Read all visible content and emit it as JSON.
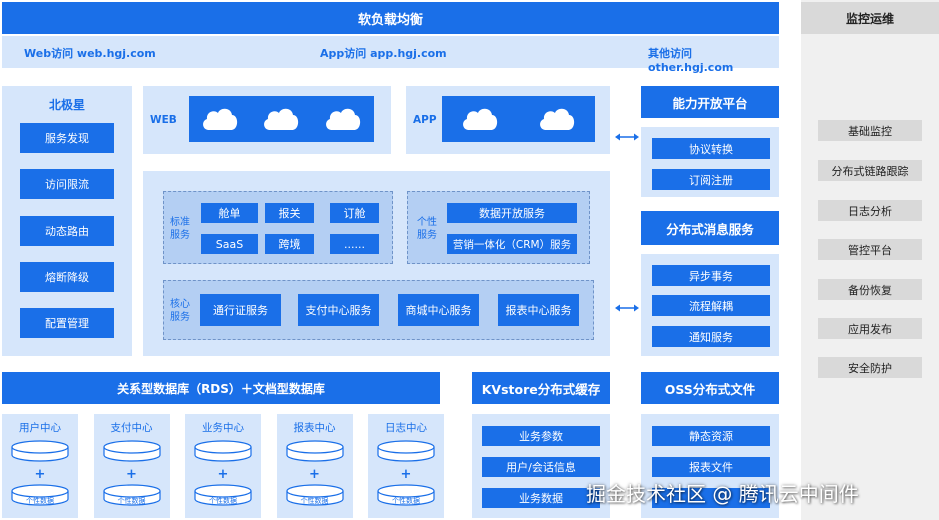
{
  "load_balancer": "软负载均衡",
  "access": [
    "Web访问 web.hgj.com",
    "App访问 app.hgj.com",
    "其他访问 other.hgj.com"
  ],
  "north_star": {
    "title": "北极星",
    "items": [
      "服务发现",
      "访问限流",
      "动态路由",
      "熔断降级",
      "配置管理"
    ]
  },
  "web_label": "WEB",
  "app_label": "APP",
  "standard_services": {
    "label": "标准服务",
    "items": [
      "舱单",
      "报关",
      "订舱",
      "SaaS",
      "跨境",
      "......"
    ]
  },
  "personal_services": {
    "label": "个性服务",
    "items": [
      "数据开放服务",
      "营销一体化（CRM）服务"
    ]
  },
  "core_services": {
    "label": "核心服务",
    "items": [
      "通行证服务",
      "支付中心服务",
      "商城中心服务",
      "报表中心服务"
    ]
  },
  "open_platform": {
    "title": "能力开放平台",
    "items": [
      "协议转换",
      "订阅注册"
    ]
  },
  "messaging": {
    "title": "分布式消息服务",
    "items": [
      "异步事务",
      "流程解耦",
      "通知服务"
    ]
  },
  "database": {
    "title": "关系型数据库（RDS）＋文档型数据库",
    "groups": [
      "用户中心",
      "支付中心",
      "业务中心",
      "报表中心",
      "日志中心"
    ],
    "plus": "+",
    "personal_data": "个性数据"
  },
  "kvstore": {
    "title": "KVstore分布式缓存",
    "items": [
      "业务参数",
      "用户/会话信息",
      "业务数据"
    ]
  },
  "oss": {
    "title": "OSS分布式文件",
    "items": [
      "静态资源",
      "报表文件",
      ""
    ]
  },
  "monitoring": {
    "title": "监控运维",
    "items": [
      "基础监控",
      "分布式链路跟踪",
      "日志分析",
      "管控平台",
      "备份恢复",
      "应用发布",
      "安全防护"
    ]
  },
  "watermark": "掘金技术社区 @ 腾讯云中间件",
  "colors": {
    "primary": "#1a6fe8",
    "light_panel": "#d6e6fb",
    "panel": "#c5dbf7",
    "gray": "#d9d9d9"
  }
}
